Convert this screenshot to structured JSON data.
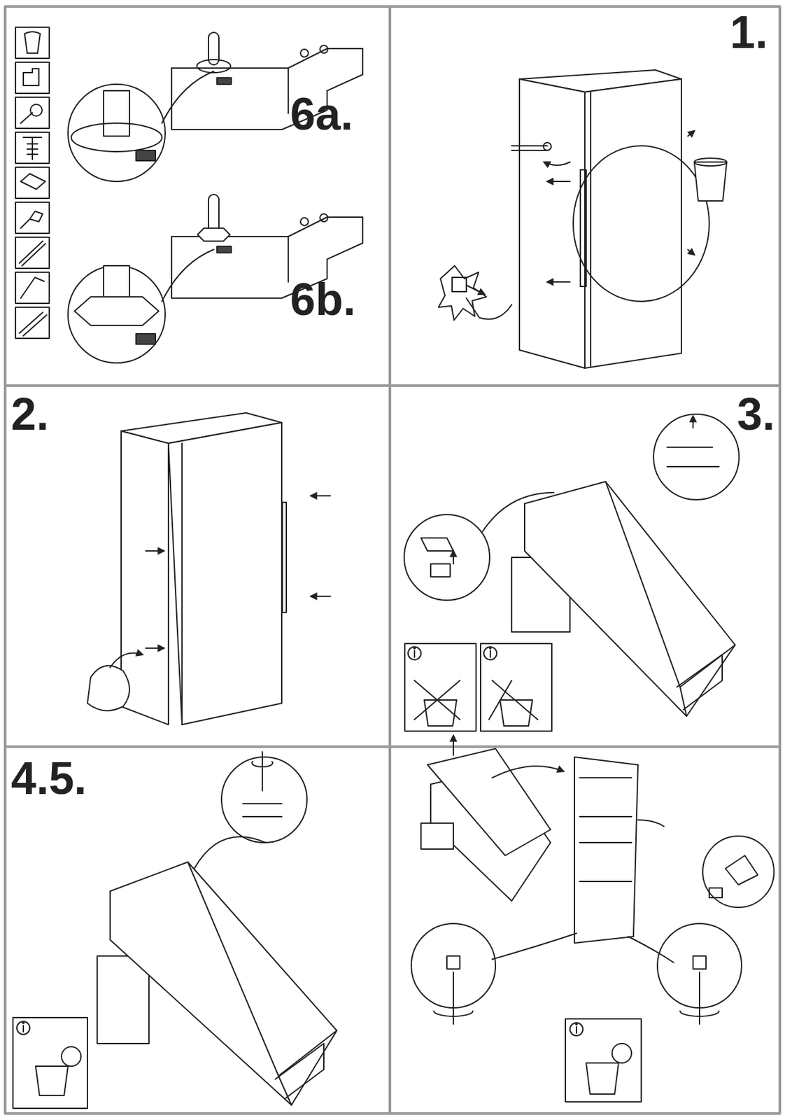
{
  "diagram": {
    "labels": [
      "6a.",
      "6b.",
      "1.",
      "2.",
      "3.",
      "4.5."
    ]
  }
}
